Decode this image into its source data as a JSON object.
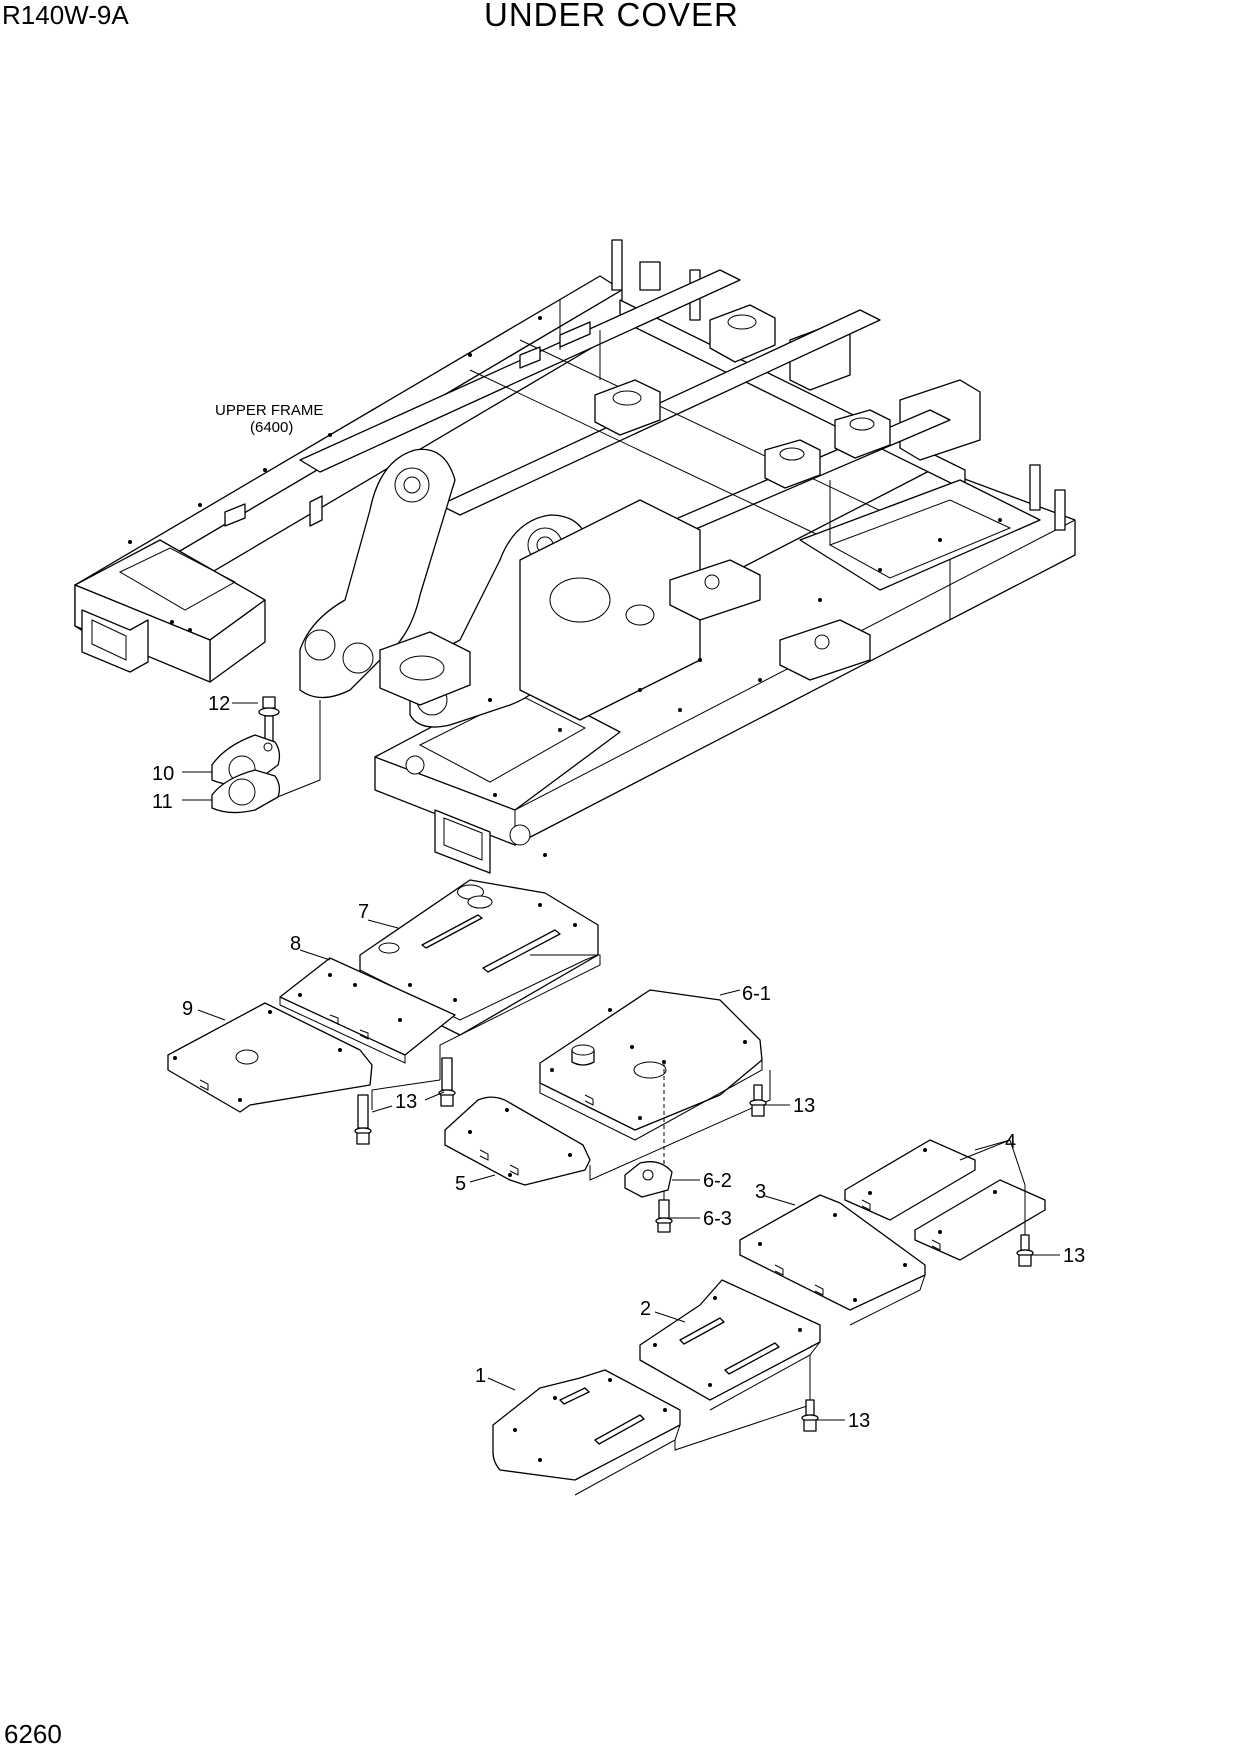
{
  "header": {
    "model": "R140W-9A",
    "title": "UNDER COVER"
  },
  "footer": {
    "page_number": "6260"
  },
  "frame": {
    "label": "UPPER FRAME",
    "code": "(6400)"
  },
  "callouts": {
    "c1": "1",
    "c2": "2",
    "c3": "3",
    "c4": "4",
    "c5": "5",
    "c6_1": "6-1",
    "c6_2": "6-2",
    "c6_3": "6-3",
    "c7": "7",
    "c8": "8",
    "c9": "9",
    "c10": "10",
    "c11": "11",
    "c12": "12",
    "c13": "13"
  }
}
